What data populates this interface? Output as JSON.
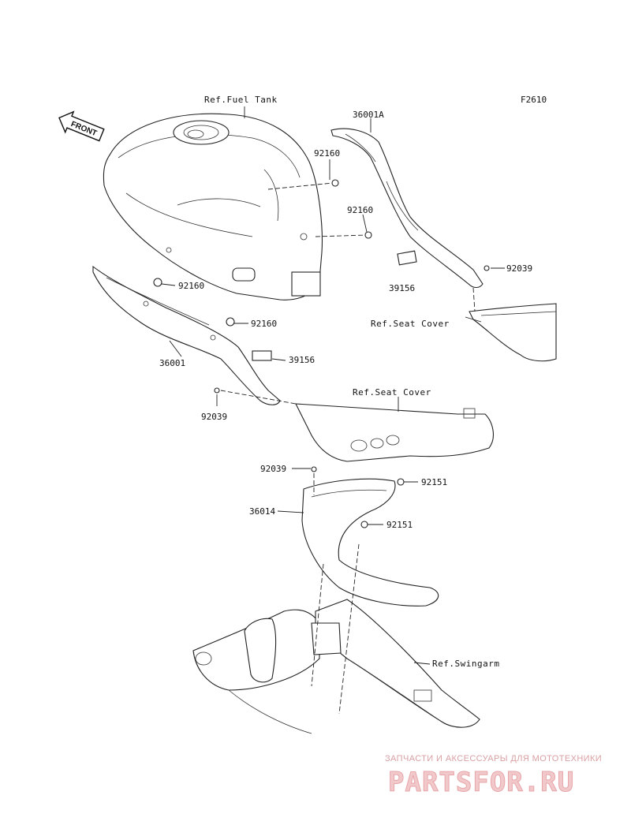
{
  "figure_code": "F2610",
  "front_label": "FRONT",
  "refs": {
    "fuel_tank": "Ref.Fuel Tank",
    "seat_cover_right": "Ref.Seat Cover",
    "seat_cover_center": "Ref.Seat Cover",
    "swingarm": "Ref.Swingarm"
  },
  "parts": {
    "p36001A": "36001A",
    "p92160_a": "92160",
    "p92160_b": "92160",
    "p92160_c": "92160",
    "p92160_d": "92160",
    "p92039_a": "92039",
    "p92039_b": "92039",
    "p92039_c": "92039",
    "p39156_a": "39156",
    "p39156_b": "39156",
    "p36001": "36001",
    "p36014": "36014",
    "p92151_a": "92151",
    "p92151_b": "92151"
  },
  "watermark": {
    "subtitle": "ЗАПЧАСТИ И АКСЕССУАРЫ ДЛЯ МОТОТЕХНИКИ",
    "brand": "PARTSFOR.RU"
  }
}
